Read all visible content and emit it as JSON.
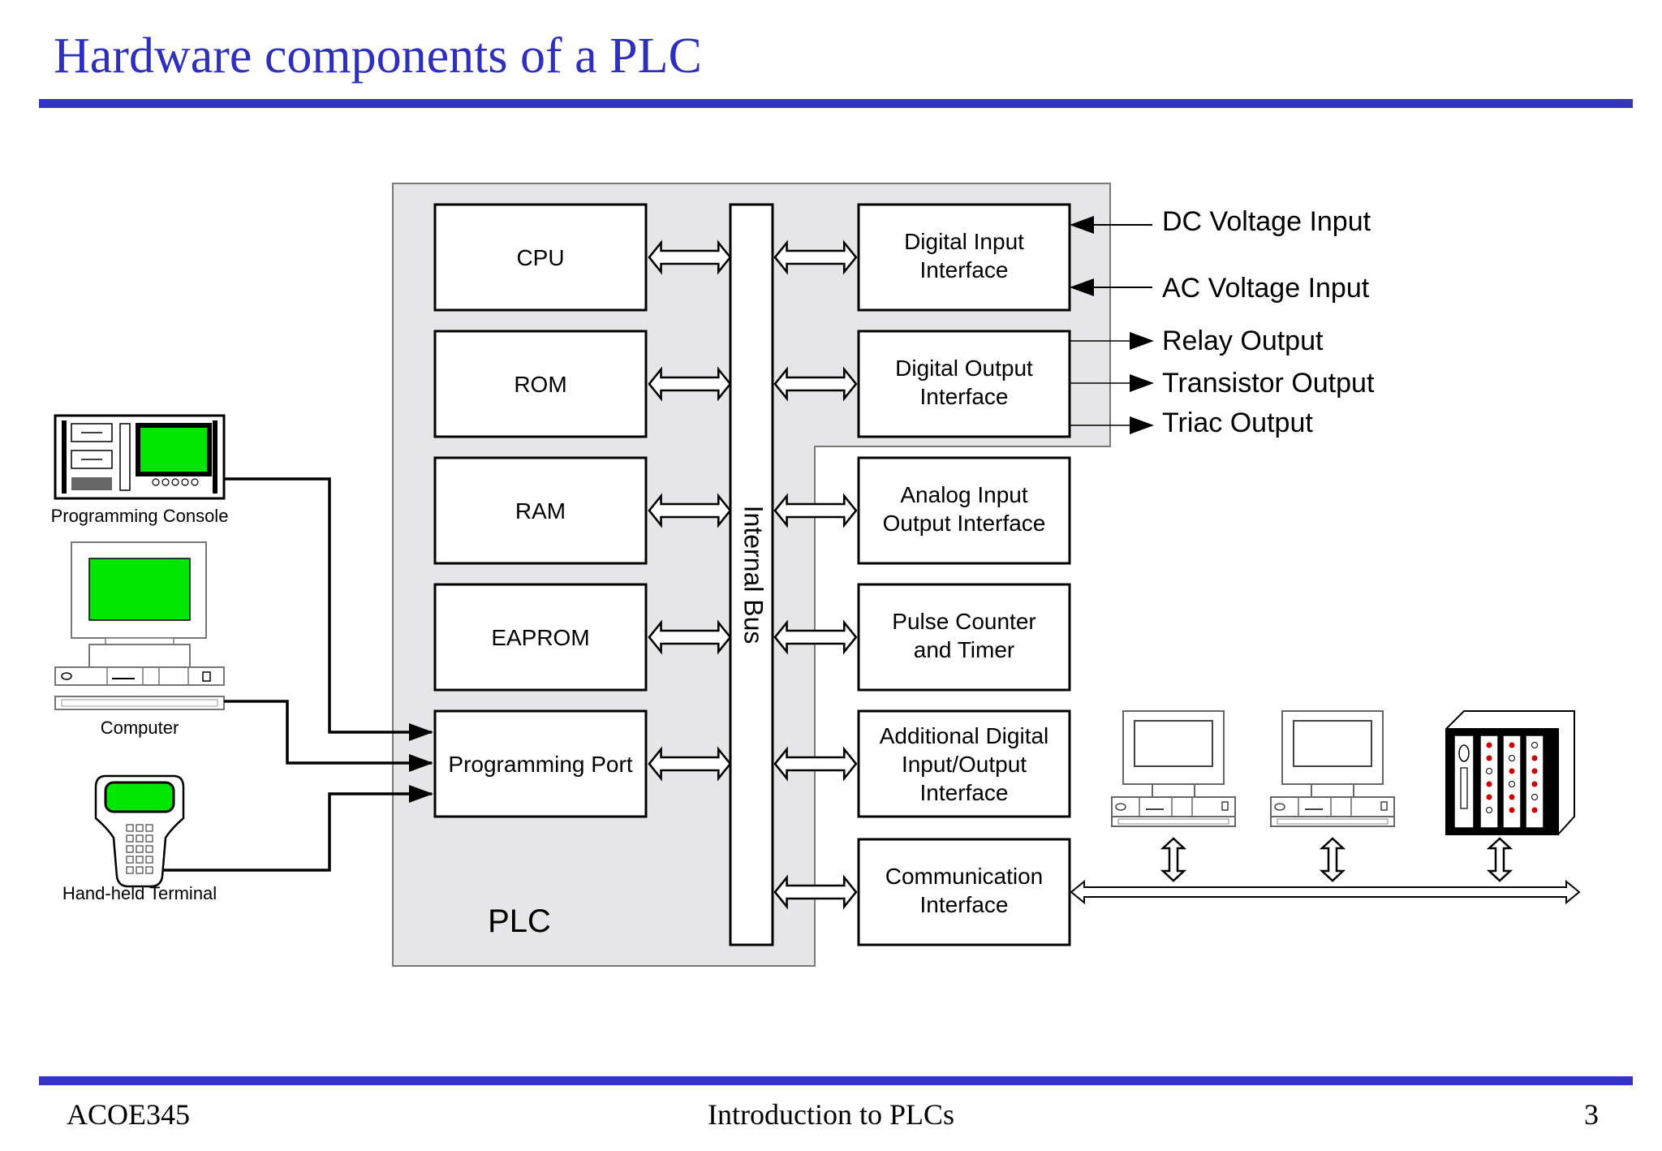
{
  "slide": {
    "title": "Hardware components of a PLC",
    "footer": {
      "course": "ACOE345",
      "topic": "Introduction to PLCs",
      "page": "3"
    }
  },
  "diagram": {
    "plc_label": "PLC",
    "bus_label": "Internal Bus",
    "memory_blocks": {
      "cpu": "CPU",
      "rom": "ROM",
      "ram": "RAM",
      "eaprom": "EAPROM",
      "prog_port": "Programming Port"
    },
    "io_blocks": {
      "digital_input": [
        "Digital Input",
        "Interface"
      ],
      "digital_output": [
        "Digital Output",
        "Interface"
      ],
      "analog_io": [
        "Analog Input",
        "Output Interface"
      ],
      "pulse_counter": [
        "Pulse Counter",
        "and Timer"
      ],
      "additional_io": [
        "Additional Digital",
        "Input/Output",
        "Interface"
      ],
      "communication": [
        "Communication",
        "Interface"
      ]
    },
    "inputs": {
      "dc": "DC Voltage Input",
      "ac": "AC Voltage Input"
    },
    "outputs": {
      "relay": "Relay Output",
      "transistor": "Transistor Output",
      "triac": "Triac Output"
    },
    "devices": {
      "console": "Programming Console",
      "computer": "Computer",
      "handheld": "Hand-held Terminal"
    },
    "colors": {
      "accent": "#3434c4",
      "title": "#2f2fbf",
      "panel": "#e6e6e8",
      "screen": "#00e600",
      "led": "#cc0000"
    }
  }
}
